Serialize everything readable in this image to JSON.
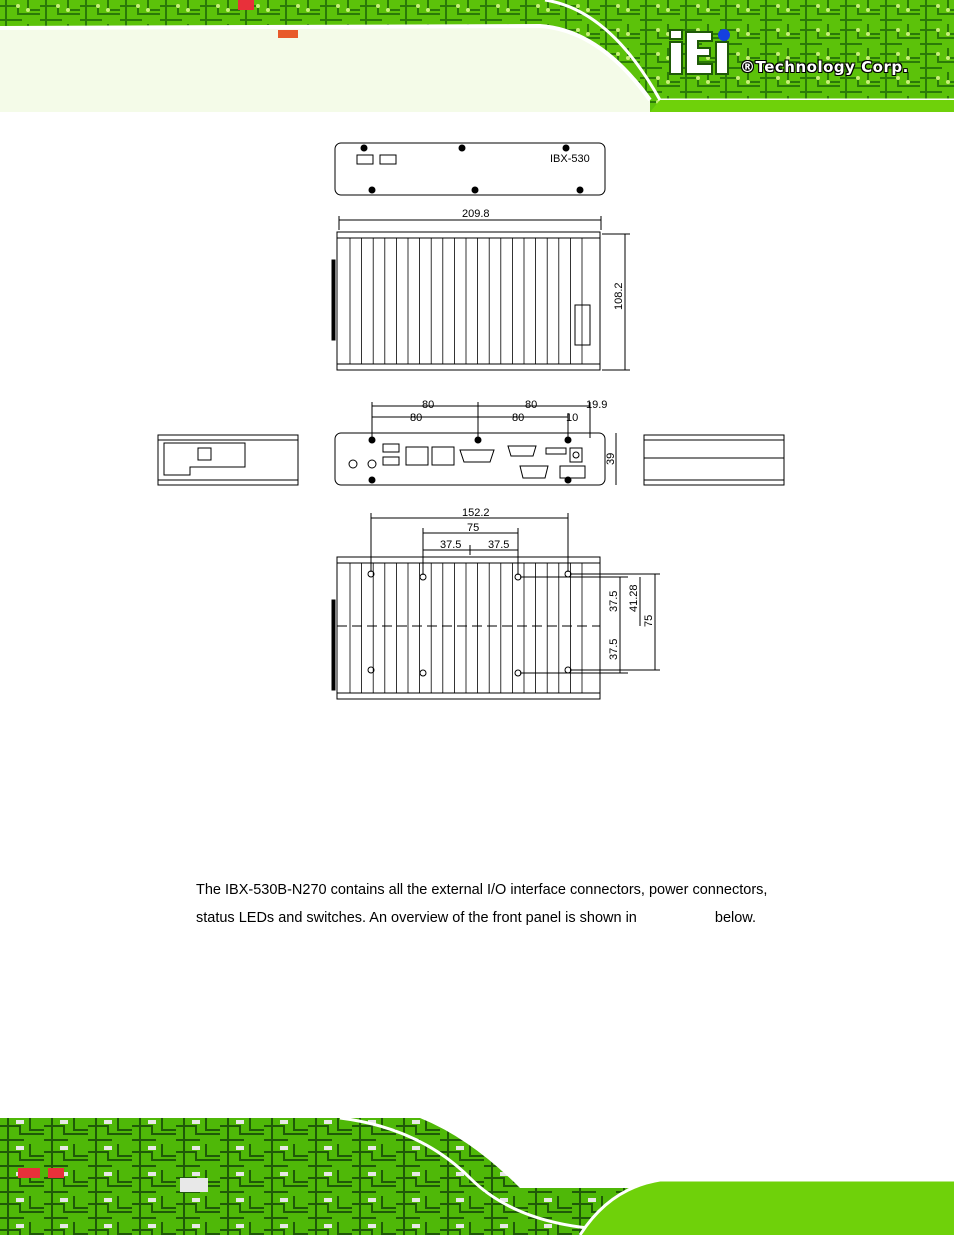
{
  "header": {
    "logo_letters": "iEi",
    "logo_tagline": "®Technology Corp.",
    "colors": {
      "circuit_green": "#6fd10a",
      "dark_green": "#1f5a08",
      "accent_blue": "#1540e0",
      "accent_red": "#e8303a"
    }
  },
  "drawing": {
    "top_view": {
      "label": "IBX-530"
    },
    "side_view": {
      "width_dim": "209.8",
      "height_dim": "108.2"
    },
    "front_view": {
      "dim_80_a": "80",
      "dim_80_b": "80",
      "dim_80_c": "80",
      "dim_80_d": "80",
      "dim_10": "10",
      "dim_19_9": "19.9",
      "dim_39": "39"
    },
    "bottom_view": {
      "dim_152_2": "152.2",
      "dim_75_top": "75",
      "dim_37_5_a": "37.5",
      "dim_37_5_b": "37.5",
      "dim_37_5_c": "37.5",
      "dim_37_5_d": "37.5",
      "dim_41_28": "41.28",
      "dim_75_side": "75"
    }
  },
  "body": {
    "line1": "The IBX-530B-N270 contains all the external I/O interface connectors, power connectors,",
    "line2_before": "status LEDs and switches. An overview of the front panel is shown in",
    "line2_after": "below."
  }
}
